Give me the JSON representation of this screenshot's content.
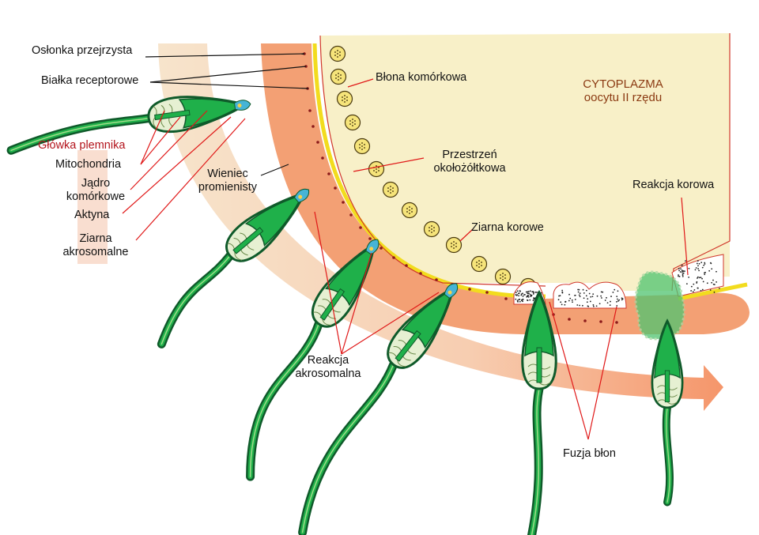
{
  "labels": {
    "zona_pellucida": "Osłonka przejrzysta",
    "receptor_proteins": "Białka receptorowe",
    "sperm_head": "Główka plemnika",
    "mitochondria": "Mitochondria",
    "nucleus_line1": "Jądro",
    "nucleus_line2": "komórkowe",
    "actin": "Aktyna",
    "acrosomal_granules_line1": "Ziarna",
    "acrosomal_granules_line2": "akrosomalne",
    "corona_line1": "Wieniec",
    "corona_line2": "promienisty",
    "cell_membrane": "Błona komórkowa",
    "perivitelline_line1": "Przestrzeń",
    "perivitelline_line2": "okołożółtkowa",
    "cortical_granules": "Ziarna korowe",
    "cytoplasm_line1": "CYTOPLAZMA",
    "cytoplasm_line2": "oocytu II rzędu",
    "cortical_reaction": "Reakcja korowa",
    "acrosomal_reaction_line1": "Reakcja",
    "acrosomal_reaction_line2": "akrosomalna",
    "membrane_fusion": "Fuzja błon"
  },
  "colors": {
    "cytoplasm": "#f8f0c8",
    "zona": "#f3a074",
    "corona_arrow": "#f7e2c4",
    "sperm_green": "#1fb04a",
    "sperm_outline": "#0f5a2a",
    "mitochondria": "#e6f0d2",
    "membrane": "#f2dc1e",
    "acrosome": "#46b4d6",
    "label_red": "#b3141c",
    "label_brown": "#8b3a12",
    "leader_red": "#e01818"
  }
}
